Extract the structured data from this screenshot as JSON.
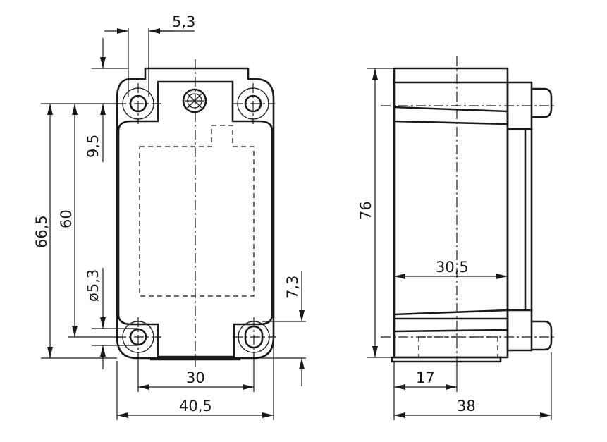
{
  "colors": {
    "line": "#1a1a1a",
    "background": "#ffffff"
  },
  "icons": {
    "screw": "screw-head-icon"
  },
  "front_view": {
    "dimensions": {
      "hole_offset_top": "5,3",
      "hole_spacing_upper": "9,5",
      "overall_height": "66,5",
      "hole_pitch_vertical": "60",
      "hole_diameter": "ø5,3",
      "hole_offset_bottom": "7,3",
      "hole_pitch_horizontal": "30",
      "overall_width": "40,5"
    }
  },
  "side_view": {
    "dimensions": {
      "overall_height": "76",
      "body_depth": "30,5",
      "conduit_offset": "17",
      "overall_depth": "38"
    }
  }
}
